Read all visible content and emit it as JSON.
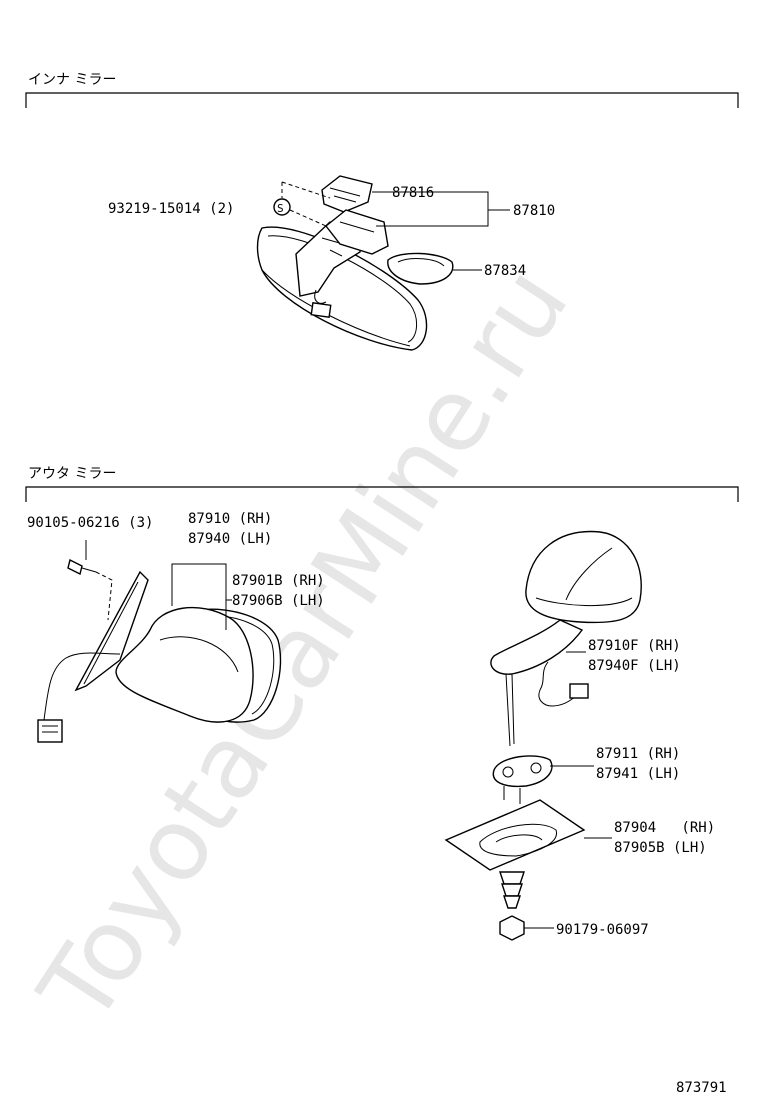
{
  "watermark": "ToyotaCarMine.ru",
  "sections": {
    "inner_mirror": {
      "title": "インナ ミラー",
      "parts": {
        "screw": "93219-15014 (2)",
        "screw_symbol": "S",
        "bracket_cover": "87816",
        "mirror_assy": "87810",
        "cover": "87834"
      }
    },
    "outer_mirror": {
      "title": "アウタ ミラー",
      "parts": {
        "screw": "90105-06216 (3)",
        "mirror_rh": "87910 (RH)",
        "mirror_lh": "87940 (LH)",
        "cover_rh": "87901B (RH)",
        "cover_lh": "87906B (LH)",
        "fender_mirror_rh": "87910F (RH)",
        "fender_mirror_lh": "87940F (LH)",
        "base_rh": "87911 (RH)",
        "base_lh": "87941 (LH)",
        "plate_rh": "87904   (RH)",
        "plate_lh": "87905B (LH)",
        "nut": "90179-06097"
      }
    }
  },
  "diagram_number": "873791"
}
